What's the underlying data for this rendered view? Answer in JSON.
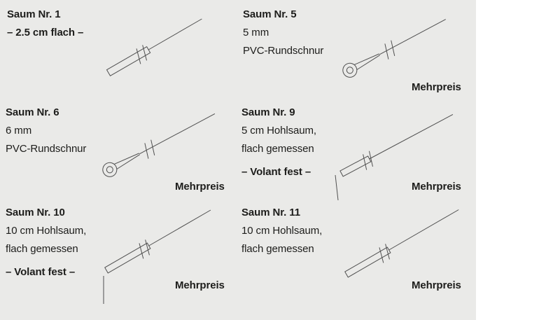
{
  "colors": {
    "panel_bg": "#eaeae8",
    "line": "#4f4f4f",
    "text": "#1d1d1b"
  },
  "panels": [
    {
      "id": "saum-1",
      "title": "Saum Nr. 1",
      "bold_note": "– 2.5 cm flach –",
      "desc": [],
      "surcharge": "",
      "drawing": "flat-hem-seam-icon"
    },
    {
      "id": "saum-5",
      "title": "Saum Nr. 5",
      "desc": [
        "5 mm",
        "PVC-Rundschnur"
      ],
      "surcharge": "Mehrpreis",
      "drawing": "pvc-cord-seam-icon"
    },
    {
      "id": "saum-6",
      "title": "Saum Nr. 6",
      "desc": [
        "6 mm",
        "PVC-Rundschnur"
      ],
      "surcharge": "Mehrpreis",
      "drawing": "pvc-cord-seam-icon"
    },
    {
      "id": "saum-9",
      "title": "Saum Nr. 9",
      "desc": [
        "5 cm Hohlsaum,",
        "flach gemessen"
      ],
      "bold_note": "– Volant fest –",
      "surcharge": "Mehrpreis",
      "drawing": "hollow-seam-with-volant-icon"
    },
    {
      "id": "saum-10",
      "title": "Saum Nr. 10",
      "desc": [
        "10 cm Hohlsaum,",
        "flach gemessen"
      ],
      "bold_note": "– Volant fest –",
      "surcharge": "Mehrpreis",
      "drawing": "hollow-seam-with-volant-icon"
    },
    {
      "id": "saum-11",
      "title": "Saum Nr. 11",
      "desc": [
        "10 cm Hohlsaum,",
        "flach gemessen"
      ],
      "surcharge": "Mehrpreis",
      "drawing": "hollow-seam-icon"
    }
  ]
}
